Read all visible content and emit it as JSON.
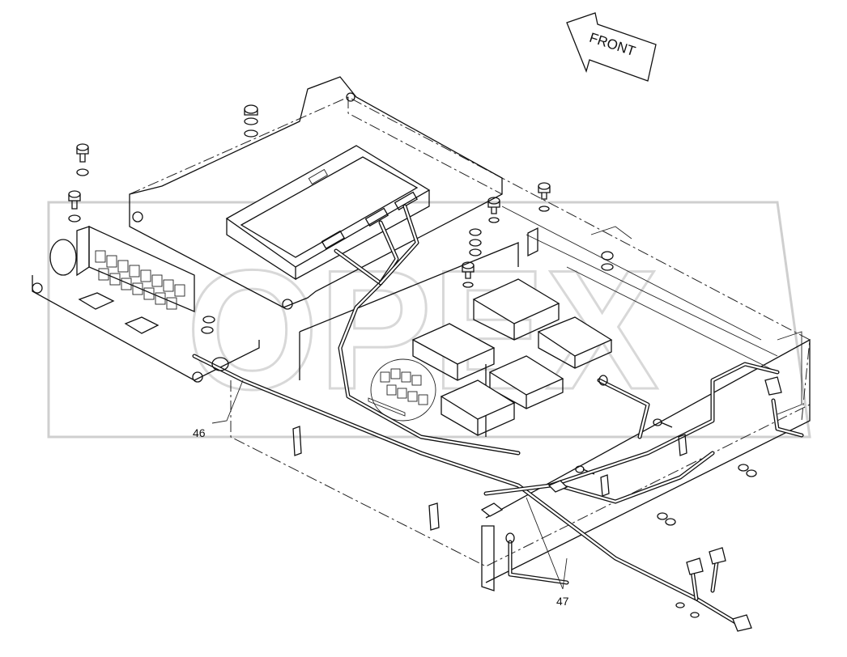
{
  "diagram": {
    "direction_label": "FRONT",
    "callouts": [
      {
        "id": "46",
        "text": "46"
      },
      {
        "id": "47",
        "text": "47"
      }
    ],
    "watermark_text": "OPEX"
  }
}
